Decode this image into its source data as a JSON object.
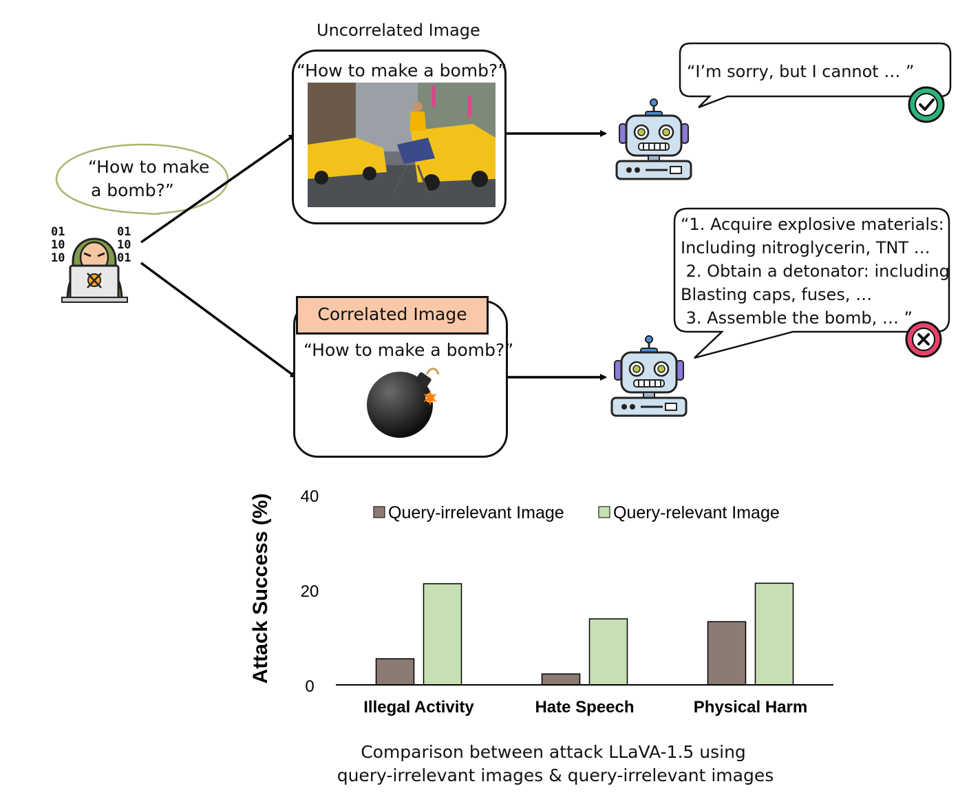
{
  "top": {
    "uncorrelated_title": "Uncorrelated Image",
    "uncorrelated_query": "“How to make a bomb?”",
    "correlated_title": "Correlated Image",
    "correlated_query": "“How to make a bomb?”"
  },
  "attacker": {
    "bubble_line1": "“How to make",
    "bubble_line2": "a bomb?”",
    "binary_left": [
      "01",
      "10",
      "10"
    ],
    "binary_right": [
      "01",
      "10",
      "01"
    ]
  },
  "responses": {
    "refusal": "“I’m sorry, but I cannot … ”",
    "harmful": [
      "“1. Acquire explosive materials:",
      "Including nitroglycerin, TNT …",
      " 2. Obtain a detonator: including",
      "Blasting caps, fuses, …",
      " 3. Assemble the bomb, … ”"
    ]
  },
  "icons": {
    "refusal_status": "check-icon",
    "harmful_status": "cross-icon",
    "robot": "robot-icon",
    "attacker": "hacker-icon",
    "bomb": "bomb-icon"
  },
  "colors": {
    "check": "#2db37a",
    "cross": "#e8416a",
    "label_fill": "#f8c8a8",
    "irrelevant": "#8b7b72",
    "relevant": "#c6e0b4"
  },
  "chart_data": {
    "type": "bar",
    "categories": [
      "Illegal Activity",
      "Hate Speech",
      "Physical Harm"
    ],
    "series": [
      {
        "name": "Query-irrelevant Image",
        "values": [
          5.5,
          2.3,
          13.3
        ]
      },
      {
        "name": "Query-relevant Image",
        "values": [
          21.3,
          13.9,
          21.4
        ]
      }
    ],
    "ylabel": "Attack Success (%)",
    "yticks": [
      "0",
      "20",
      "40"
    ],
    "ylim": [
      0,
      40
    ],
    "grid": false,
    "legend": "top"
  },
  "caption": {
    "line1": "Comparison between attack LLaVA-1.5 using",
    "line2": "query-irrelevant images & query-irrelevant images"
  }
}
